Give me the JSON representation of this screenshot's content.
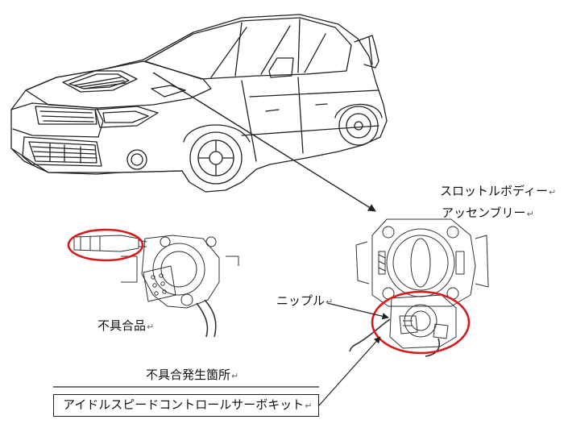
{
  "labels": {
    "throttle_body_line1": "スロットルボディー",
    "throttle_body_line2": "アッセンブリー",
    "nipple": "ニップル",
    "defective_part": "不具合品",
    "defect_location": "不具合発生箇所",
    "idle_speed_kit": "アイドルスピードコントロールサーボキット",
    "return_mark": "↵"
  },
  "colors": {
    "line": "#222222",
    "highlight": "#d81c1c",
    "background": "#ffffff"
  }
}
